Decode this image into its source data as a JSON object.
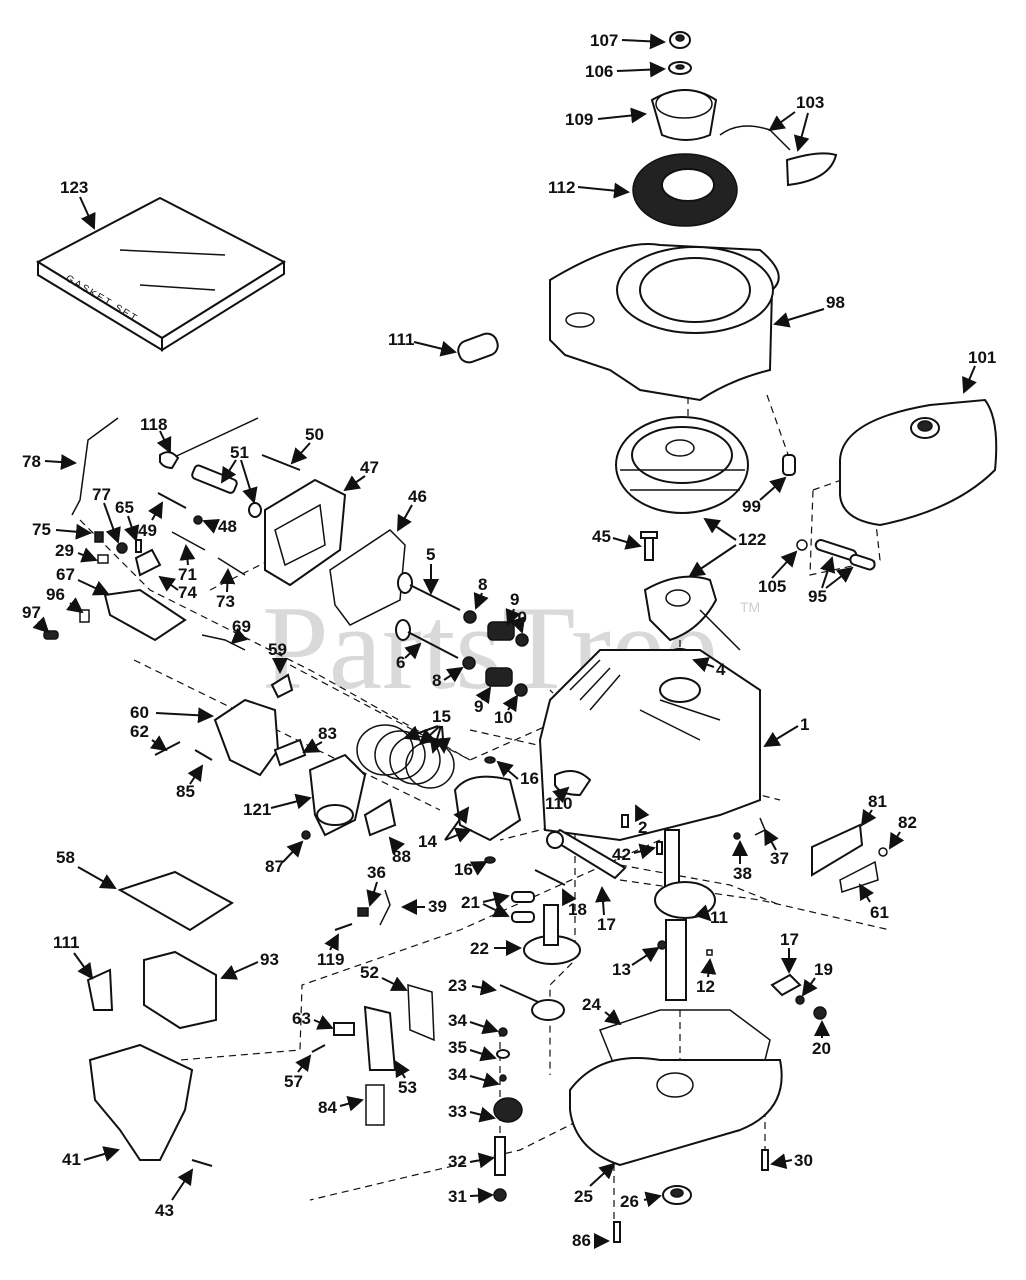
{
  "diagram": {
    "watermark": "PartsTree",
    "trademark": "TM",
    "gasket_box_text": "GASKET SET",
    "labels": [
      {
        "id": "107",
        "text": "107"
      },
      {
        "id": "106",
        "text": "106"
      },
      {
        "id": "109",
        "text": "109"
      },
      {
        "id": "103",
        "text": "103"
      },
      {
        "id": "112",
        "text": "112"
      },
      {
        "id": "123",
        "text": "123"
      },
      {
        "id": "98",
        "text": "98"
      },
      {
        "id": "111a",
        "text": "111"
      },
      {
        "id": "101",
        "text": "101"
      },
      {
        "id": "78",
        "text": "78"
      },
      {
        "id": "118",
        "text": "118"
      },
      {
        "id": "51",
        "text": "51"
      },
      {
        "id": "50",
        "text": "50"
      },
      {
        "id": "47",
        "text": "47"
      },
      {
        "id": "46",
        "text": "46"
      },
      {
        "id": "77",
        "text": "77"
      },
      {
        "id": "65",
        "text": "65"
      },
      {
        "id": "49",
        "text": "49"
      },
      {
        "id": "48",
        "text": "48"
      },
      {
        "id": "75",
        "text": "75"
      },
      {
        "id": "29",
        "text": "29"
      },
      {
        "id": "71",
        "text": "71"
      },
      {
        "id": "74",
        "text": "74"
      },
      {
        "id": "73",
        "text": "73"
      },
      {
        "id": "67",
        "text": "67"
      },
      {
        "id": "96",
        "text": "96"
      },
      {
        "id": "97",
        "text": "97"
      },
      {
        "id": "69",
        "text": "69"
      },
      {
        "id": "5",
        "text": "5"
      },
      {
        "id": "8a",
        "text": "8"
      },
      {
        "id": "9a",
        "text": "9"
      },
      {
        "id": "10a",
        "text": "10"
      },
      {
        "id": "6",
        "text": "6"
      },
      {
        "id": "8b",
        "text": "8"
      },
      {
        "id": "9b",
        "text": "9"
      },
      {
        "id": "10b",
        "text": "10"
      },
      {
        "id": "99",
        "text": "99"
      },
      {
        "id": "45",
        "text": "45"
      },
      {
        "id": "122",
        "text": "122"
      },
      {
        "id": "105",
        "text": "105"
      },
      {
        "id": "95",
        "text": "95"
      },
      {
        "id": "4",
        "text": "4"
      },
      {
        "id": "59",
        "text": "59"
      },
      {
        "id": "60",
        "text": "60"
      },
      {
        "id": "62",
        "text": "62"
      },
      {
        "id": "83",
        "text": "83"
      },
      {
        "id": "15",
        "text": "15"
      },
      {
        "id": "85",
        "text": "85"
      },
      {
        "id": "121",
        "text": "121"
      },
      {
        "id": "16a",
        "text": "16"
      },
      {
        "id": "110",
        "text": "110"
      },
      {
        "id": "1",
        "text": "1"
      },
      {
        "id": "14",
        "text": "14"
      },
      {
        "id": "2",
        "text": "2"
      },
      {
        "id": "87",
        "text": "87"
      },
      {
        "id": "88",
        "text": "88"
      },
      {
        "id": "81",
        "text": "81"
      },
      {
        "id": "82",
        "text": "82"
      },
      {
        "id": "42",
        "text": "42"
      },
      {
        "id": "38",
        "text": "38"
      },
      {
        "id": "37",
        "text": "37"
      },
      {
        "id": "58",
        "text": "58"
      },
      {
        "id": "16b",
        "text": "16"
      },
      {
        "id": "36",
        "text": "36"
      },
      {
        "id": "39",
        "text": "39"
      },
      {
        "id": "21",
        "text": "21"
      },
      {
        "id": "18",
        "text": "18"
      },
      {
        "id": "17a",
        "text": "17"
      },
      {
        "id": "11",
        "text": "11"
      },
      {
        "id": "61",
        "text": "61"
      },
      {
        "id": "119",
        "text": "119"
      },
      {
        "id": "111b",
        "text": "111"
      },
      {
        "id": "93",
        "text": "93"
      },
      {
        "id": "22",
        "text": "22"
      },
      {
        "id": "13",
        "text": "13"
      },
      {
        "id": "12",
        "text": "12"
      },
      {
        "id": "17b",
        "text": "17"
      },
      {
        "id": "19",
        "text": "19"
      },
      {
        "id": "52",
        "text": "52"
      },
      {
        "id": "23",
        "text": "23"
      },
      {
        "id": "24",
        "text": "24"
      },
      {
        "id": "20",
        "text": "20"
      },
      {
        "id": "63",
        "text": "63"
      },
      {
        "id": "34a",
        "text": "34"
      },
      {
        "id": "35",
        "text": "35"
      },
      {
        "id": "57",
        "text": "57"
      },
      {
        "id": "34b",
        "text": "34"
      },
      {
        "id": "53",
        "text": "53"
      },
      {
        "id": "84",
        "text": "84"
      },
      {
        "id": "33",
        "text": "33"
      },
      {
        "id": "41",
        "text": "41"
      },
      {
        "id": "32",
        "text": "32"
      },
      {
        "id": "30",
        "text": "30"
      },
      {
        "id": "43",
        "text": "43"
      },
      {
        "id": "31",
        "text": "31"
      },
      {
        "id": "25",
        "text": "25"
      },
      {
        "id": "26",
        "text": "26"
      },
      {
        "id": "86",
        "text": "86"
      }
    ]
  }
}
